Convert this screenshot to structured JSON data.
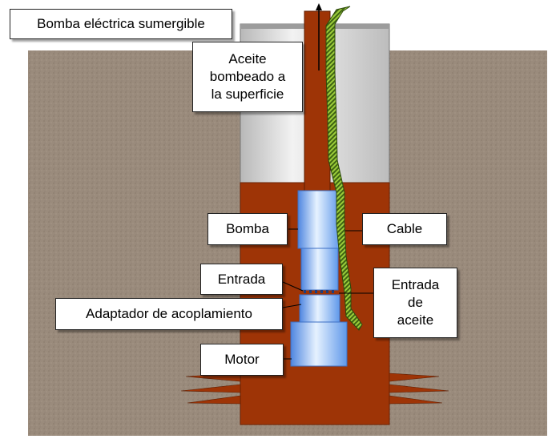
{
  "title": "Bomba eléctrica sumergible",
  "labels": {
    "oil_pumped": "Aceite\nbombeado a\nla superficie",
    "pump": "Bomba",
    "cable": "Cable",
    "intake": "Entrada",
    "oil_intake": "Entrada\nde\naceite",
    "coupling_adapter": "Adaptador de acoplamiento",
    "motor": "Motor"
  },
  "colors": {
    "soil": "#9a8b7c",
    "casing": "#d4d4d4",
    "oil": "#9e3406",
    "pump_body": "#7fb6ff",
    "cable": "#5e8a1e"
  }
}
